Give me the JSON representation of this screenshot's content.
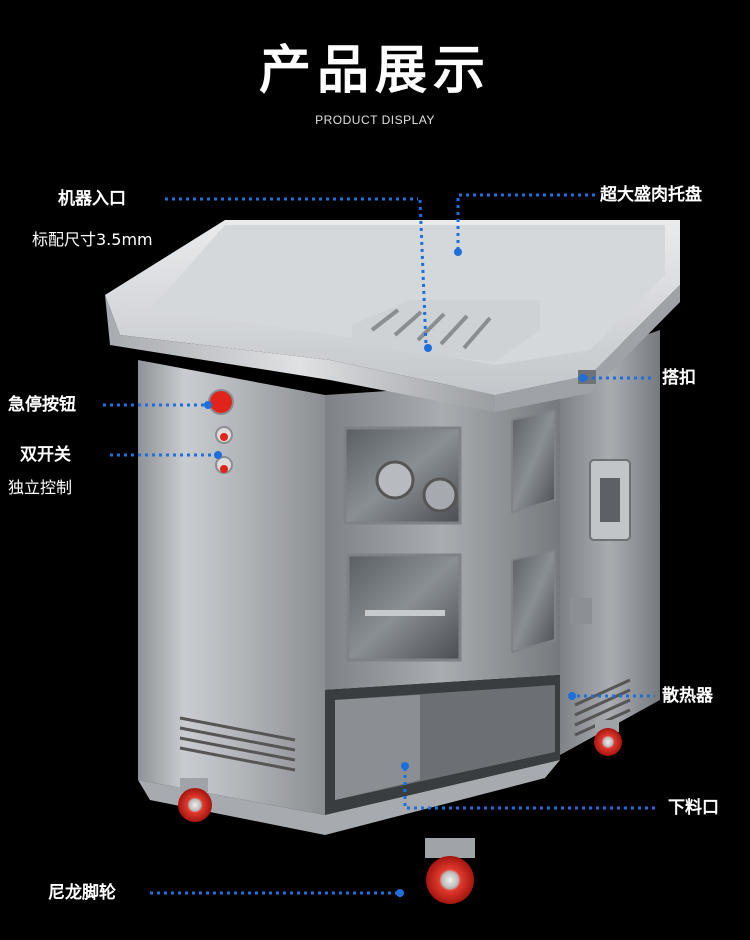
{
  "header": {
    "title": "产品展示",
    "subtitle": "PRODUCT DISPLAY"
  },
  "callouts": {
    "inlet": {
      "label": "机器入口",
      "note": "标配尺寸3.5mm"
    },
    "tray": {
      "label": "超大盛肉托盘"
    },
    "latch": {
      "label": "搭扣"
    },
    "emergency_stop": {
      "label": "急停按钮"
    },
    "dual_switch": {
      "label": "双开关",
      "note": "独立控制"
    },
    "radiator": {
      "label": "散热器"
    },
    "outlet": {
      "label": "下料口"
    },
    "casters": {
      "label": "尼龙脚轮"
    }
  },
  "colors": {
    "background": "#000000",
    "callout_dots": "#1e6fd9",
    "button_red": "#e0241b",
    "caster_red": "#d92020"
  }
}
